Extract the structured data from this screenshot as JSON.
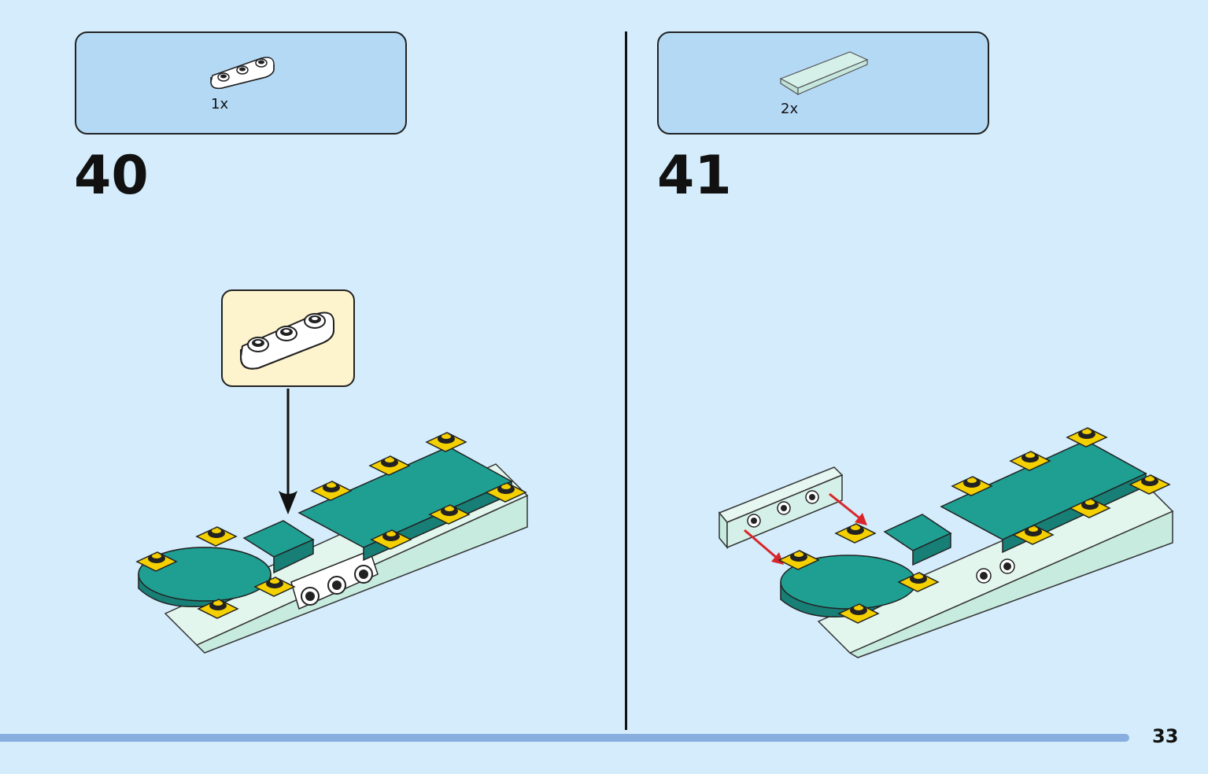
{
  "steps": [
    {
      "number": "40",
      "parts_qty": "1x"
    },
    {
      "number": "41",
      "parts_qty": "2x"
    }
  ],
  "page_number": "33",
  "colors": {
    "background": "#d4ecfb",
    "parts_box": "#b4d9f5",
    "callout": "#fdf3cc",
    "teal": "#1f9e92",
    "yellow": "#f4d000",
    "mint": "#d5f0e8",
    "arrow_red": "#d8262b"
  }
}
